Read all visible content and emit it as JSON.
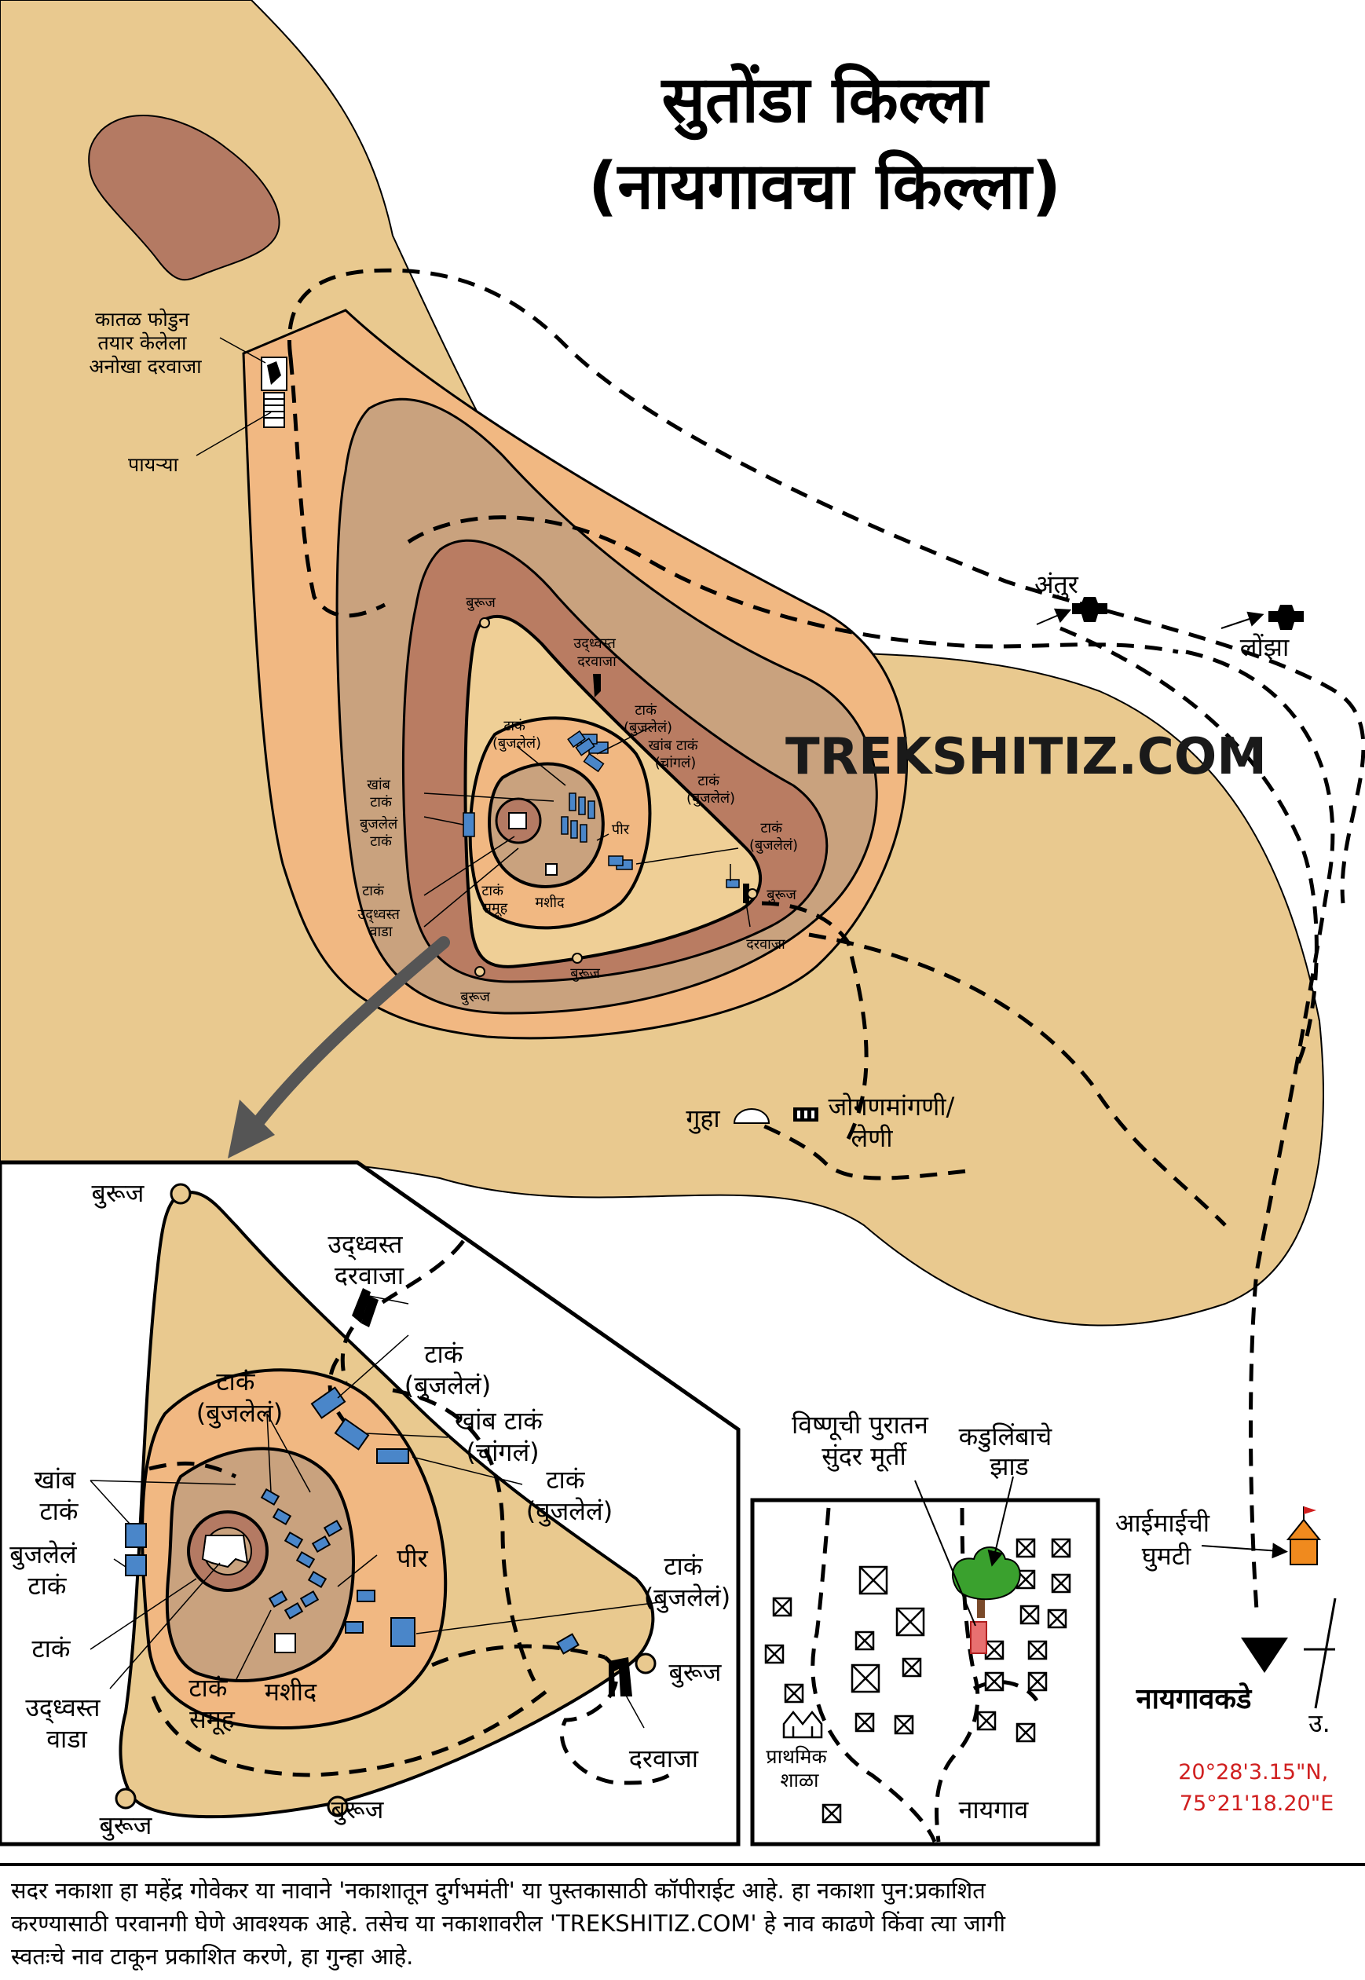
{
  "title": {
    "line1": "सुतोंडा किल्ला",
    "line2": "(नायगावचा किल्ला)"
  },
  "watermark": "TREKSHITIZ.COM",
  "colors": {
    "outer_terrain": "#e9c98f",
    "contour_light": "#f1b882",
    "contour_mid": "#c9a27e",
    "contour_dark": "#b97c62",
    "summit": "#efcf96",
    "peak_brown": "#b47a63",
    "tank": "#4a86c9",
    "tree": "#3aa12e",
    "temple": "#f08a1e",
    "coordinates": "#d01f1f",
    "arrow": "#555555"
  },
  "main_map": {
    "labels": {
      "rock_cut_gate": [
        "कातळ फोडुन",
        "तयार केलेला",
        "अनोखा दरवाजा"
      ],
      "steps": "पायऱ्या",
      "bastion": "बुरूज",
      "ruined_gate": [
        "उद्ध्वस्त",
        "दरवाजा"
      ],
      "tank_broken": [
        "टाकं",
        "(बुजलेलं)"
      ],
      "pillar_tank_good": [
        "खांब टाकं",
        "(चांगलं)"
      ],
      "pillar_tank": [
        "खांब",
        "टाकं"
      ],
      "filled_tank": [
        "बुजलेलं",
        "टाकं"
      ],
      "pir": "पीर",
      "tank": "टाकं",
      "tank_group": [
        "टाकं",
        "समूह"
      ],
      "mosque": "मशीद",
      "ruined_wada": [
        "उद्ध्वस्त",
        "वाडा"
      ],
      "gate": "दरवाजा",
      "cave": "गुहा",
      "jogan_caves": [
        "जोगणमांगणी/",
        "लेणी"
      ],
      "antur": "अंतुर",
      "lonjha": "लोंझा",
      "aaimai_temple": [
        "आईमाईची",
        "घुमटी"
      ],
      "towards_naygaon": "नायगावकडे",
      "north": "उ.",
      "coordinates": [
        "20°28'3.15\"N,",
        "75°21'18.20\"E"
      ]
    }
  },
  "inset_fort": {
    "labels": {
      "bastion": "बुरूज",
      "ruined_gate": [
        "उद्ध्वस्त",
        "दरवाजा"
      ],
      "tank_broken": [
        "टाकं",
        "(बुजलेलं)"
      ],
      "pillar_tank_good": [
        "खांब टाकं",
        "(चांगलं)"
      ],
      "pillar_tank": [
        "खांब",
        "टाकं"
      ],
      "filled_tank": [
        "बुजलेलं",
        "टाकं"
      ],
      "tank": "टाकं",
      "ruined_wada": [
        "उद्ध्वस्त",
        "वाडा"
      ],
      "tank_group": [
        "टाकं",
        "समूह"
      ],
      "mosque": "मशीद",
      "pir": "पीर",
      "gate": "दरवाजा"
    }
  },
  "inset_village": {
    "labels": {
      "vishnu_idol": [
        "विष्णूची पुरातन",
        "सुंदर मूर्ती"
      ],
      "neem_tree": [
        "कडुलिंबाचे",
        "झाड"
      ],
      "school": [
        "प्राथमिक",
        "शाळा"
      ],
      "village": "नायगाव"
    }
  },
  "footer": {
    "lines": [
      "सदर नकाशा हा महेंद्र गोवेकर या नावाने 'नकाशातून दुर्गभमंती' या पुस्तकासाठी कॉपीराईट आहे. हा नकाशा पुन:प्रकाशित",
      "करण्यासाठी परवानगी घेणे आवश्यक आहे. तसेच या नकाशावरील 'TREKSHITIZ.COM' हे नाव काढणे किंवा त्या जागी",
      "स्वतःचे नाव टाकून प्रकाशित करणे, हा गुन्हा आहे."
    ]
  }
}
